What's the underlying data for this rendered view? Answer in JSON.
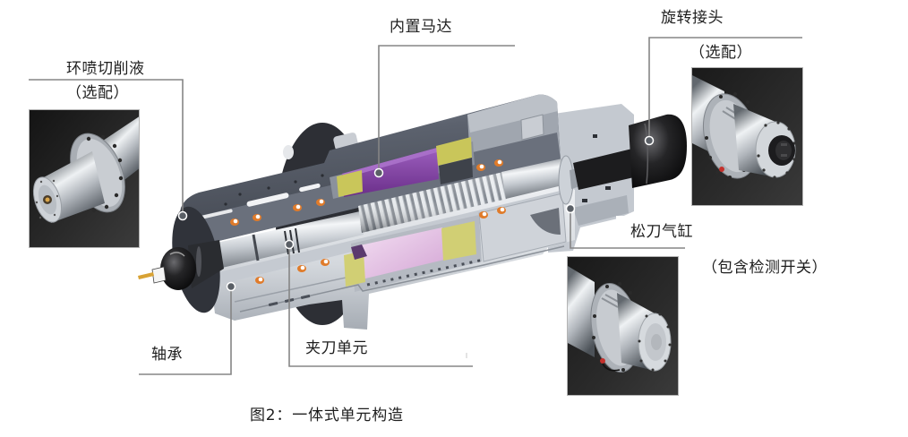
{
  "figure": {
    "caption": "图2：一体式单元构造"
  },
  "callouts": [
    {
      "key": "coolant_ring",
      "label": "环喷切削液",
      "note": "（选配）",
      "icon": "coolant-ring-photo"
    },
    {
      "key": "built_in_motor",
      "label": "内置马达"
    },
    {
      "key": "rotary_joint",
      "label": "旋转接头",
      "note": "（选配）",
      "icon": "rotary-joint-photo"
    },
    {
      "key": "release_cylinder",
      "label": "松刀气缸",
      "note": "（包含检测开关）",
      "icon": "release-cylinder-photo"
    },
    {
      "key": "bearing",
      "label": "轴承"
    },
    {
      "key": "clamp_unit",
      "label": "夹刀单元"
    }
  ],
  "colors": {
    "text": "#1e1e1e",
    "leader_line": "#858585",
    "marker": "#5a5f66",
    "stator_upper": "#7b3d9b",
    "stator_end_ring": "#c9c65a",
    "stator_end_ring_lower": "#d1cf74",
    "housing_dark": "#5d6370",
    "housing_light": "#d6dade",
    "rotary_joint": "#1c1c1e",
    "bearing_ball": "#e07b2a",
    "tool_tip": "#d8a234",
    "photo_marker_red": "#c4302b"
  }
}
